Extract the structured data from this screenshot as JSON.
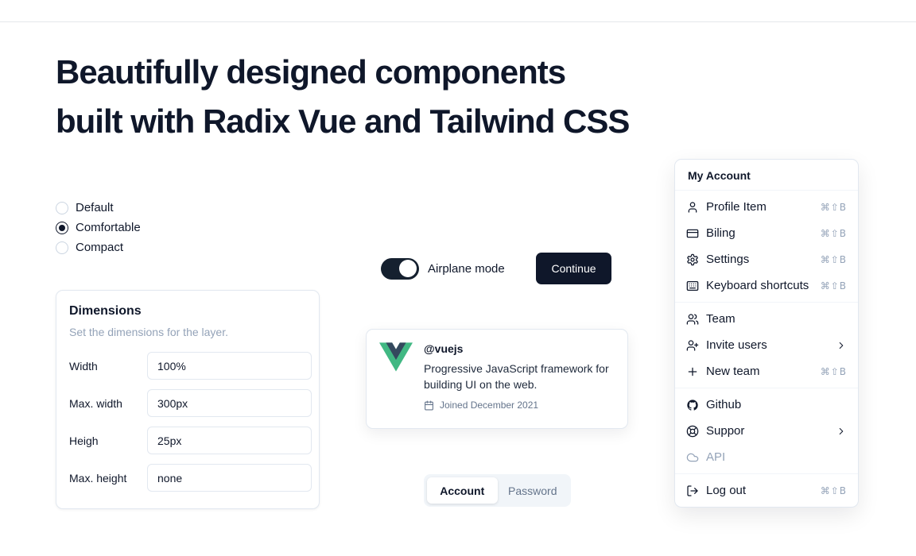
{
  "heading": {
    "line1": "Beautifully designed components",
    "line2": "built with Radix Vue and Tailwind CSS"
  },
  "radio_group": {
    "options": [
      {
        "label": "Default",
        "selected": false
      },
      {
        "label": "Comfortable",
        "selected": true
      },
      {
        "label": "Compact",
        "selected": false
      }
    ]
  },
  "airplane_mode": {
    "label": "Airplane mode",
    "on": true
  },
  "buttons": {
    "continue": "Continue"
  },
  "dimensions_card": {
    "title": "Dimensions",
    "subtitle": "Set the dimensions for the layer.",
    "fields": [
      {
        "label": "Width",
        "value": "100%"
      },
      {
        "label": "Max. width",
        "value": "300px"
      },
      {
        "label": "Heigh",
        "value": "25px"
      },
      {
        "label": "Max. height",
        "value": "none"
      }
    ]
  },
  "hover_card": {
    "handle": "@vuejs",
    "description": "Progressive JavaScript framework for building UI on the web.",
    "joined": "Joined December 2021",
    "logo": "vuejs-logo"
  },
  "tabs": {
    "items": [
      {
        "label": "Account",
        "active": true
      },
      {
        "label": "Password",
        "active": false
      }
    ]
  },
  "menu": {
    "title": "My Account",
    "groups": [
      {
        "items": [
          {
            "label": "Profile Item",
            "icon": "user-icon",
            "shortcut": "⌘⇧B"
          },
          {
            "label": "Biling",
            "icon": "credit-card-icon",
            "shortcut": "⌘⇧B"
          },
          {
            "label": "Settings",
            "icon": "gear-icon",
            "shortcut": "⌘⇧B"
          },
          {
            "label": "Keyboard shortcuts",
            "icon": "keyboard-icon",
            "shortcut": "⌘⇧B"
          }
        ]
      },
      {
        "items": [
          {
            "label": "Team",
            "icon": "users-icon"
          },
          {
            "label": "Invite users",
            "icon": "user-plus-icon",
            "submenu": true
          },
          {
            "label": "New team",
            "icon": "plus-icon",
            "shortcut": "⌘⇧B"
          }
        ]
      },
      {
        "items": [
          {
            "label": "Github",
            "icon": "github-icon"
          },
          {
            "label": "Suppor",
            "icon": "lifebuoy-icon",
            "submenu": true
          },
          {
            "label": "API",
            "icon": "cloud-icon",
            "disabled": true
          }
        ]
      },
      {
        "items": [
          {
            "label": "Log out",
            "icon": "log-out-icon",
            "shortcut": "⌘⇧B"
          }
        ]
      }
    ]
  },
  "colors": {
    "foreground": "#0f172a",
    "muted": "#64748b",
    "border": "#e2e8f0",
    "separator": "#f1f5f9",
    "vue_green": "#41B883",
    "vue_dark": "#34495E"
  }
}
